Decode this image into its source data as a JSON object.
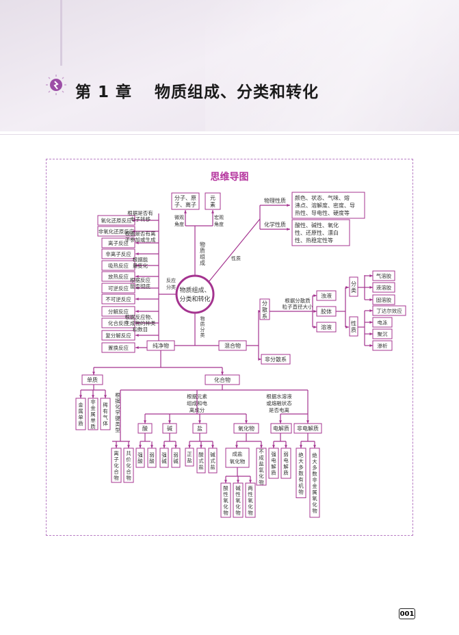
{
  "chapter": {
    "title": "第 1 章　 物质组成、分类和转化"
  },
  "mindmap": {
    "title": "思维导图",
    "center": [
      "物质组成、",
      "分类和转化"
    ],
    "composition": {
      "edge": "物质组成",
      "micro": {
        "label": "分子、原子、离子",
        "edge": "微观角度"
      },
      "macro": {
        "label": "元素",
        "edge": "宏观角度"
      }
    },
    "properties": {
      "edge": "性质",
      "physical": {
        "label": "物理性质",
        "detail": [
          "颜色、状态、气味、熔",
          "沸点、溶解度、密度、导",
          "热性、导电性、硬度等"
        ]
      },
      "chemical": {
        "label": "化学性质",
        "detail": [
          "酸性、碱性、氧化",
          "性、还原性、漂白",
          "性、热稳定性等"
        ]
      }
    },
    "reactions": {
      "edge": "反应分类",
      "groups": [
        {
          "basis": [
            "根据是否有",
            "电子转移"
          ],
          "items": [
            "氧化还原反应",
            "非氧化还原反应"
          ]
        },
        {
          "basis": [
            "根据是否有离",
            "子参加或生成"
          ],
          "items": [
            "离子反应",
            "非离子反应"
          ]
        },
        {
          "basis": [
            "根据能",
            "量变化"
          ],
          "items": [
            "吸热反应",
            "放热反应"
          ]
        },
        {
          "basis": [
            "根据反应",
            "能否彻底"
          ],
          "items": [
            "可逆反应",
            "不可逆反应"
          ]
        },
        {
          "basis": [
            "根据反应物、",
            "生成物的种类",
            "和数目"
          ],
          "items": [
            "分解反应",
            "化合反应",
            "复分解反应",
            "置换反应"
          ]
        }
      ]
    },
    "classification": {
      "edge": "物质分类",
      "pure": "纯净物",
      "mixture": "混合物",
      "dispersion": {
        "label": "分散系",
        "basis": [
          "根据分散质",
          "粒子直径大小"
        ],
        "solution": "溶液",
        "colloid": "胶体",
        "suspension": "浊液",
        "colloid_types_label": "分类",
        "colloid_types": [
          "气溶胶",
          "液溶胶",
          "固溶胶"
        ],
        "colloid_props_label": "性质",
        "colloid_props": [
          "丁达尔效应",
          "电泳",
          "聚沉",
          "渗析"
        ]
      },
      "non_dispersion": "非分散系",
      "simple": {
        "label": "单质",
        "items": [
          "金属单质",
          "非金属单质",
          "稀有气体"
        ]
      },
      "compound": {
        "label": "化合物",
        "by_bond": {
          "basis": "根据化学键类型",
          "items": [
            "离子化合物",
            "共价化合物"
          ]
        },
        "by_element": {
          "basis": [
            "根据元素",
            "组成和电",
            "离成分"
          ]
        },
        "by_ionize": {
          "basis": [
            "根据水溶液",
            "或熔融状态",
            "是否电离"
          ]
        },
        "acid": {
          "label": "酸",
          "items": [
            "强酸",
            "弱酸"
          ]
        },
        "base": {
          "label": "碱",
          "items": [
            "强碱",
            "弱碱"
          ]
        },
        "salt": {
          "label": "盐",
          "items": [
            "正盐",
            "酸式盐",
            "碱式盐"
          ]
        },
        "oxide": {
          "label": "氧化物",
          "items": [
            "成盐氧化物",
            "不成盐氧化物"
          ],
          "sub": [
            "酸性氧化物",
            "碱性氧化物",
            "两性氧化物"
          ]
        },
        "electrolyte": {
          "label": "电解质",
          "items": [
            "强电解质",
            "弱电解质"
          ]
        },
        "non_electrolyte": {
          "label": "非电解质",
          "items": [
            "绝大多数有机物",
            "绝大多数非金属氧化物"
          ]
        }
      }
    }
  },
  "footer": {
    "page": "001"
  },
  "colors": {
    "accent": "#a4338f",
    "line": "#a4338f",
    "banner": "#ece5ef"
  }
}
